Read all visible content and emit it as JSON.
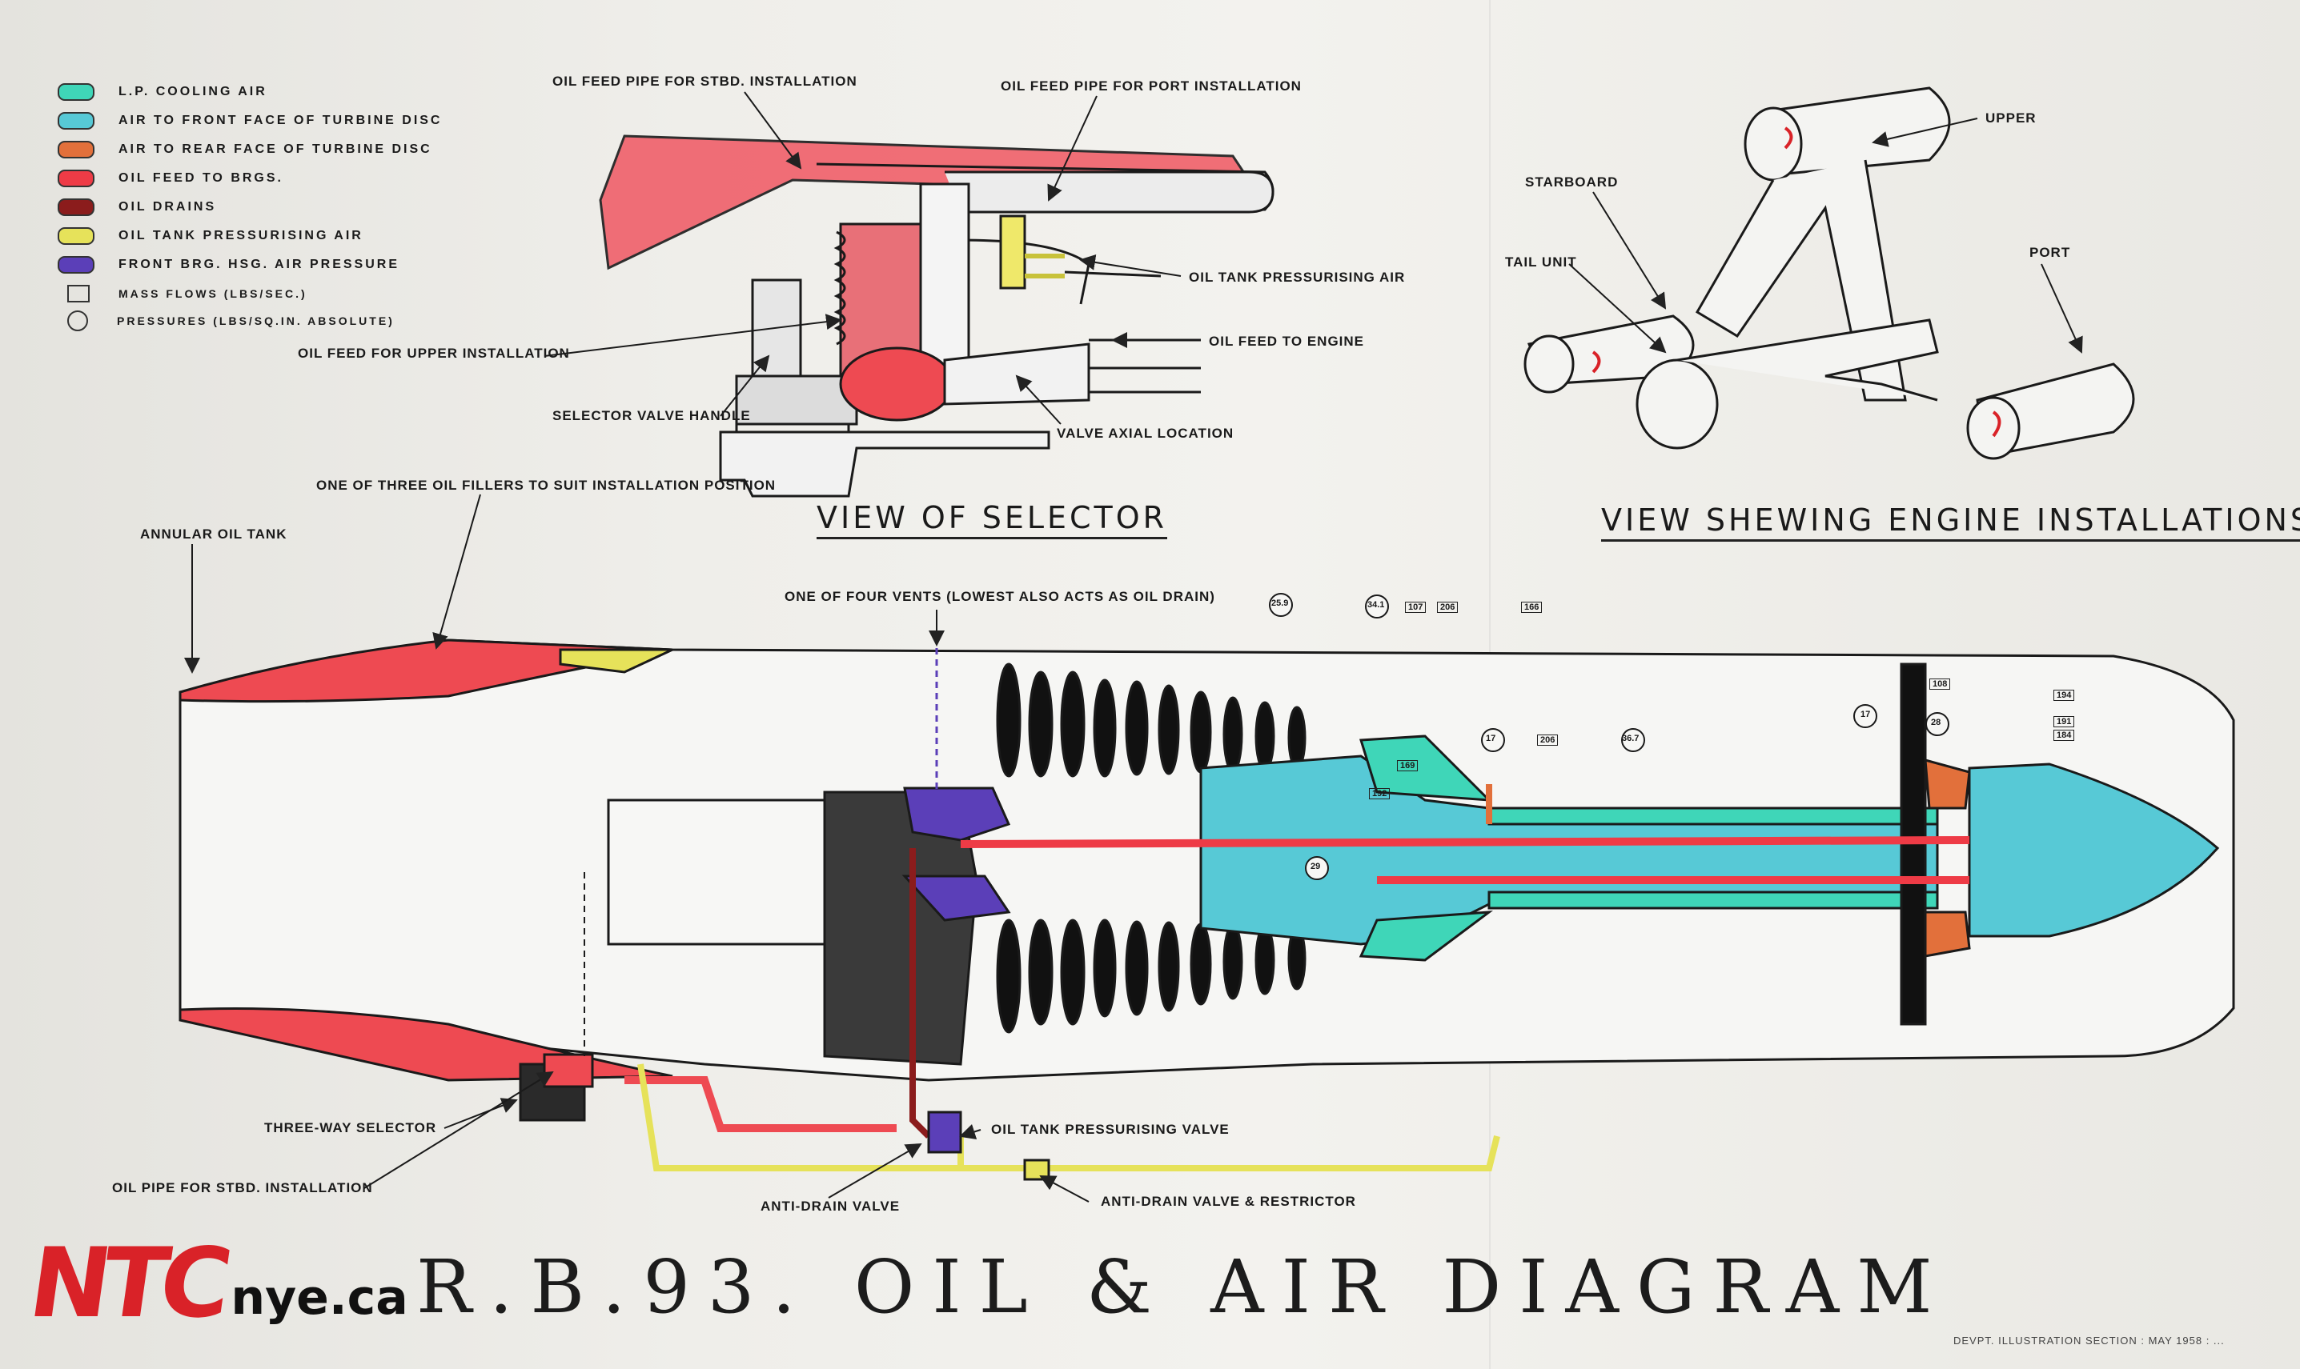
{
  "legend": [
    {
      "label": "L.P. COOLING AIR",
      "color": "#3fd6b8"
    },
    {
      "label": "AIR TO FRONT FACE OF TURBINE DISC",
      "color": "#57c9d6"
    },
    {
      "label": "AIR TO REAR FACE OF TURBINE DISC",
      "color": "#e2703b"
    },
    {
      "label": "OIL FEED TO BRGS.",
      "color": "#ee3b46"
    },
    {
      "label": "OIL DRAINS",
      "color": "#8b1c1c"
    },
    {
      "label": "OIL TANK PRESSURISING AIR",
      "color": "#e6e25a"
    },
    {
      "label": "FRONT BRG. HSG. AIR PRESSURE",
      "color": "#5b3fb8"
    },
    {
      "label": "MASS FLOWS (LBS/SEC.)",
      "color": ""
    },
    {
      "label": "PRESSURES (LBS/SQ.IN. ABSOLUTE)",
      "color": ""
    }
  ],
  "selector_view": {
    "title": "VIEW OF SELECTOR",
    "labels": {
      "stbd_pipe": "OIL FEED PIPE FOR STBD. INSTALLATION",
      "port_pipe": "OIL FEED PIPE FOR PORT INSTALLATION",
      "tank_air": "OIL TANK PRESSURISING AIR",
      "feed_engine": "OIL FEED TO ENGINE",
      "upper_feed": "OIL FEED FOR UPPER INSTALLATION",
      "handle": "SELECTOR VALVE HANDLE",
      "axial": "VALVE AXIAL LOCATION"
    }
  },
  "installations_view": {
    "title": "VIEW SHEWING ENGINE INSTALLATIONS",
    "labels": {
      "upper": "UPPER",
      "starboard": "STARBOARD",
      "tail": "TAIL UNIT",
      "port": "PORT"
    }
  },
  "engine": {
    "labels": {
      "fillers": "ONE OF THREE OIL FILLERS TO SUIT INSTALLATION POSITION",
      "annular_tank": "ANNULAR OIL TANK",
      "vents": "ONE OF FOUR VENTS (LOWEST ALSO ACTS AS OIL DRAIN)",
      "three_way": "THREE-WAY SELECTOR",
      "stbd_pipe": "OIL PIPE FOR STBD. INSTALLATION",
      "pressurising_valve": "OIL TANK PRESSURISING VALVE",
      "anti_drain": "ANTI-DRAIN VALVE",
      "anti_drain_restrictor": "ANTI-DRAIN VALVE & RESTRICTOR"
    },
    "callouts": [
      "25.9",
      "34.1",
      "107",
      "206",
      "166",
      "169",
      "206",
      "17",
      "36.7",
      "192",
      "108",
      "194",
      "17",
      "28",
      "184",
      "191",
      "29"
    ]
  },
  "title": "R.B.93.  OIL & AIR  DIAGRAM",
  "logo": {
    "mark": "NTC",
    "site": "nye.ca"
  },
  "credit": "DEVPT. ILLUSTRATION SECTION : MAY 1958 : ..."
}
